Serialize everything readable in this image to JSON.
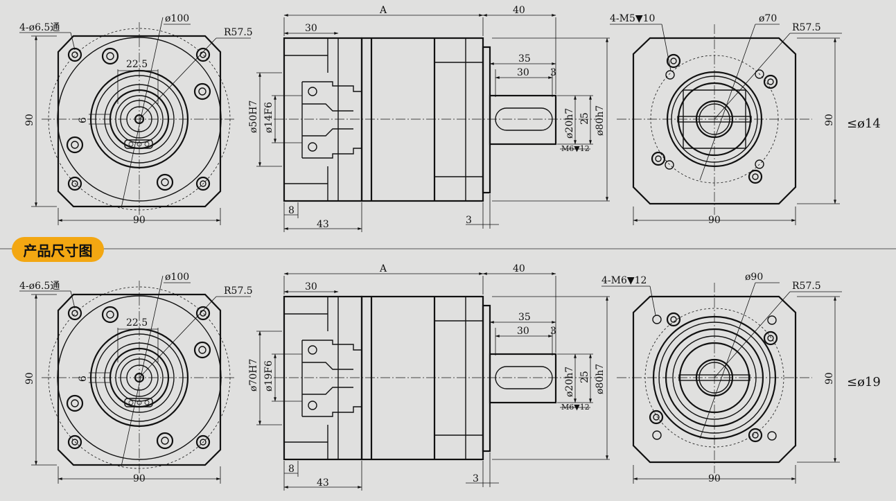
{
  "section_label": "产品尺寸图",
  "top": {
    "front": {
      "holes": "4-ø6.5通",
      "dia_pcd": "ø100",
      "radius": "R57.5",
      "width": "90",
      "height": "90",
      "offset": "22.5",
      "key": "6"
    },
    "side": {
      "length_A": "A",
      "flange": "30",
      "shaft_total": "40",
      "shaft_len": "35",
      "key_len": "30",
      "key_off": "3",
      "bore_big": "ø50H7",
      "bore_small": "ø14F6",
      "shaft_dia": "ø20h7",
      "key_h": "25",
      "pilot": "ø80h7",
      "tap": "M6▼12",
      "base_off": "8",
      "base_len": "43",
      "flange_th": "3"
    },
    "rear": {
      "holes": "4-M5▼10",
      "dia_pcd": "ø70",
      "radius": "R57.5",
      "width": "90",
      "height": "90",
      "input": "≤ø14"
    }
  },
  "bottom": {
    "front": {
      "holes": "4-ø6.5通",
      "dia_pcd": "ø100",
      "radius": "R57.5",
      "width": "90",
      "height": "90",
      "offset": "22.5",
      "key": "6"
    },
    "side": {
      "length_A": "A",
      "flange": "30",
      "shaft_total": "40",
      "shaft_len": "35",
      "key_len": "30",
      "key_off": "3",
      "bore_big": "ø70H7",
      "bore_small": "ø19F6",
      "shaft_dia": "ø20h7",
      "key_h": "25",
      "pilot": "ø80h7",
      "tap": "M6▼12",
      "base_off": "8",
      "base_len": "43",
      "flange_th": "3"
    },
    "rear": {
      "holes": "4-M6▼12",
      "dia_pcd": "ø90",
      "radius": "R57.5",
      "width": "90",
      "height": "90",
      "input": "≤ø19"
    }
  }
}
